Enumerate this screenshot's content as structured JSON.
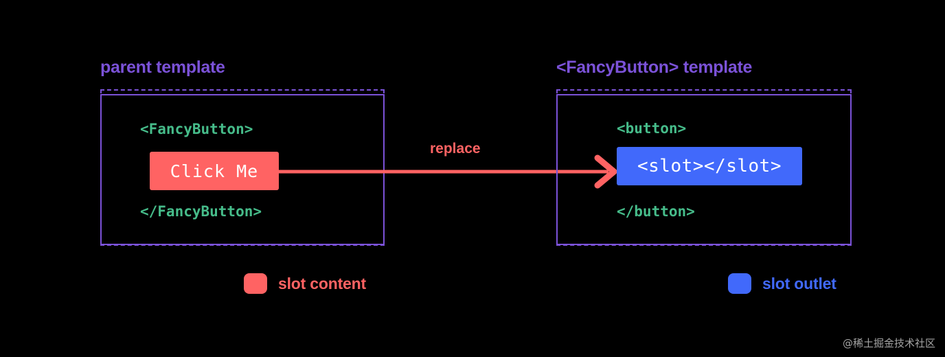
{
  "diagram": {
    "title_left": "parent template",
    "title_right": "<FancyButton> template",
    "arrow_label": "replace"
  },
  "left_panel": {
    "open_tag": "<FancyButton>",
    "close_tag": "</FancyButton>",
    "slot_content_label": "Click Me"
  },
  "right_panel": {
    "open_tag": "<button>",
    "close_tag": "</button>",
    "slot_outlet_label": "<slot></slot>"
  },
  "legend": {
    "items": [
      {
        "label": "slot content",
        "color": "#FF6363",
        "swatch_icon": "rounded-square-swatch-icon"
      },
      {
        "label": "slot outlet",
        "color": "#4169FB",
        "swatch_icon": "rounded-square-swatch-icon"
      }
    ]
  },
  "watermark": {
    "text": "@稀土掘金技术社区"
  },
  "colors": {
    "background": "#000000",
    "panel_border": "#7B52D8",
    "title": "#7B52D8",
    "tag_text": "#46BC8A",
    "slot_content": "#FF6363",
    "slot_outlet": "#4169FB",
    "arrow": "#FF6363",
    "chip_text": "#FFFFFF"
  }
}
